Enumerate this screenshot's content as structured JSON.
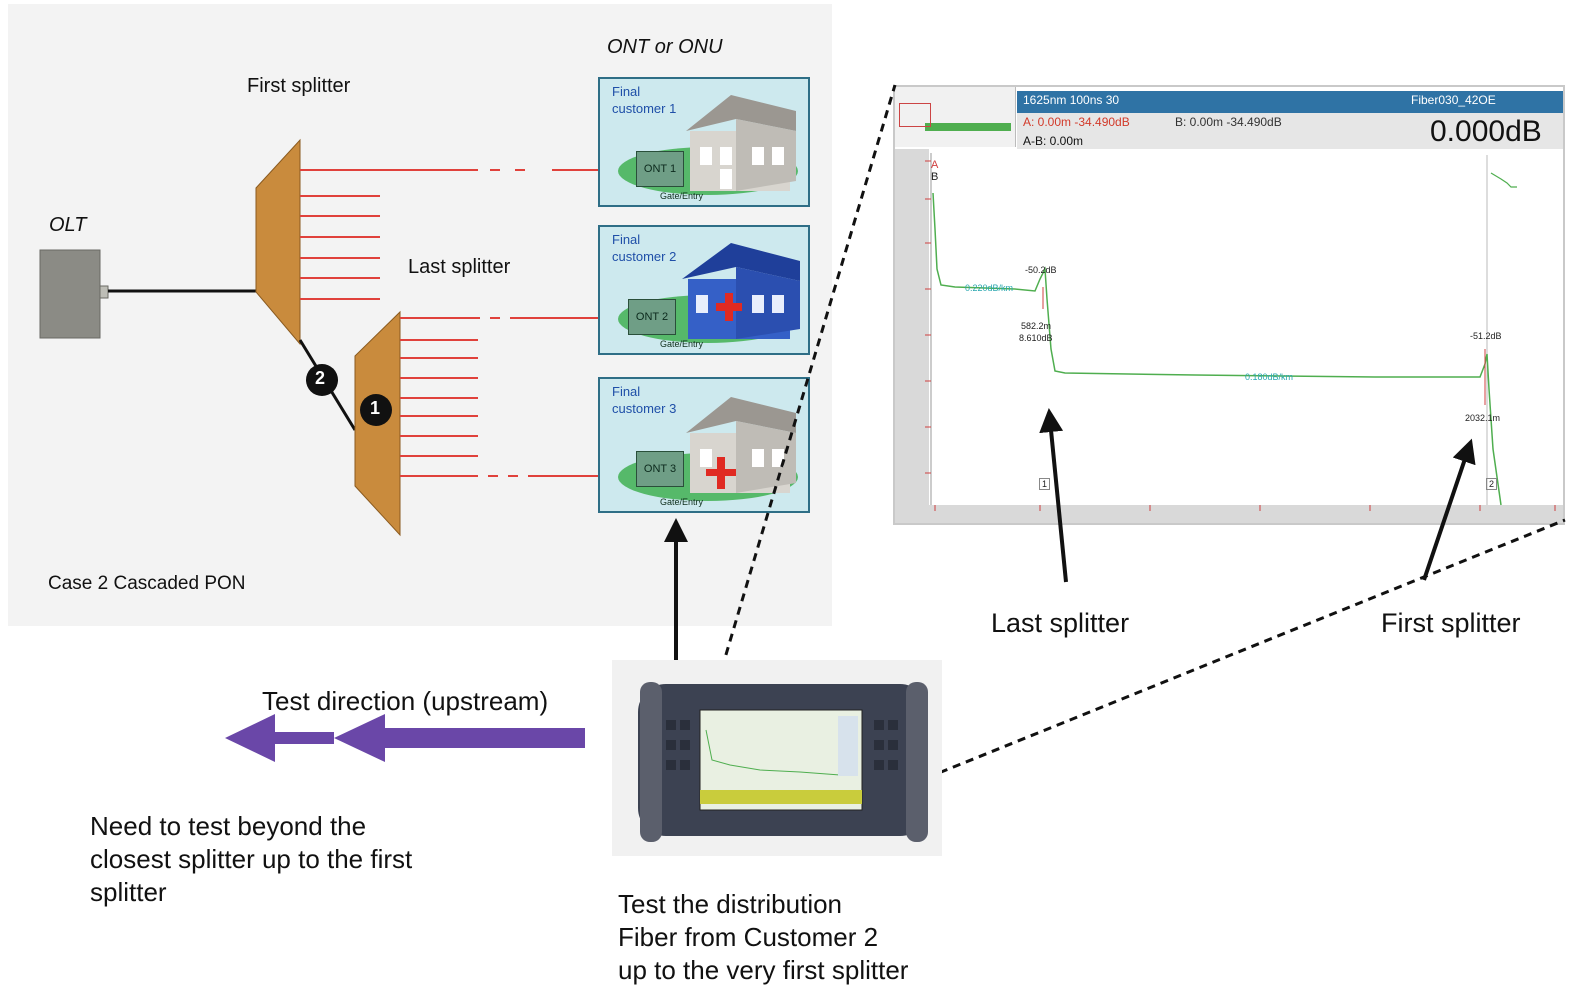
{
  "diagram": {
    "case_label": "Case 2  Cascaded PON",
    "olt_label": "OLT",
    "first_splitter_label": "First splitter",
    "last_splitter_label": "Last splitter",
    "ont_header": "ONT or ONU",
    "marker_1": "1",
    "marker_2": "2",
    "customers": [
      {
        "title": "Final customer 1",
        "ont": "ONT 1",
        "gate": "Gate/Entry"
      },
      {
        "title": "Final customer 2",
        "ont": "ONT 2",
        "gate": "Gate/Entry"
      },
      {
        "title": "Final customer 3",
        "ont": "ONT 3",
        "gate": "Gate/Entry"
      }
    ]
  },
  "otdr": {
    "header_left": "1625nm  100ns   30",
    "header_right": "Fiber030_42OE",
    "cursor_a": "A: 0.00m  -34.490dB",
    "cursor_b": "B: 0.00m  -34.490dB",
    "cursor_ab": "A-B: 0.00m",
    "big_value": "0.000dB",
    "marker_a": "A",
    "marker_b": "B",
    "event_1_top": "-50.2dB",
    "event_1_bottom_a": "582.2m",
    "event_1_bottom_b": "8.610dB",
    "event_2_top": "-51.2dB",
    "event_2_bottom": "2032.1m",
    "slope_1": "0.220dB/km",
    "slope_2": "0.180dB/km",
    "box_1": "1",
    "box_2": "2"
  },
  "annotations": {
    "last_splitter": "Last splitter",
    "first_splitter": "First splitter",
    "test_direction": "Test direction (upstream)",
    "need_text": [
      "Need to test beyond the",
      "closest splitter up to the first",
      "splitter"
    ],
    "test_text": [
      "Test the distribution",
      "Fiber from Customer 2",
      "up to the very first splitter"
    ]
  },
  "colors": {
    "splitter": "#c98b3d",
    "fiber": "#e0413b",
    "arrow": "#6a47a8",
    "customer_box": "#cde9ee",
    "otdr_header": "#2f73a5",
    "trace": "#4fae4f"
  }
}
